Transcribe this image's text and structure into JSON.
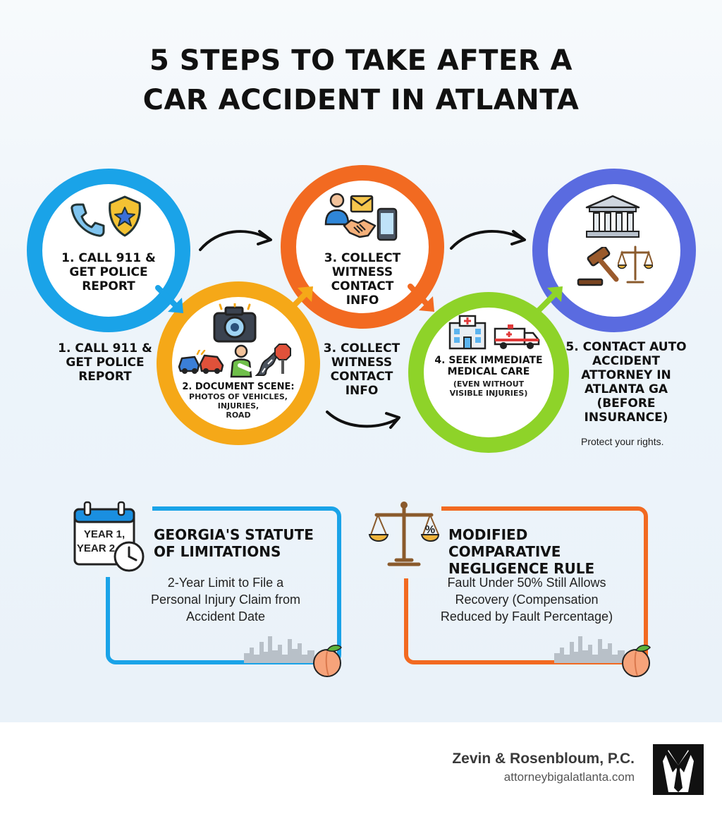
{
  "title": {
    "line1": "5 STEPS TO TAKE AFTER A",
    "line2": "CAR ACCIDENT IN ATLANTA"
  },
  "steps": {
    "step1": {
      "ring_label": [
        "1. CALL 911 &",
        "GET POLICE",
        "REPORT"
      ],
      "side_label": [
        "1. CALL 911 &",
        "GET POLICE",
        "REPORT"
      ],
      "icons": [
        "phone-icon",
        "police-badge-icon"
      ],
      "color": "#1aa3e8"
    },
    "step2": {
      "ring_label": "2. DOCUMENT SCENE:",
      "ring_sub": [
        "PHOTOS OF VEHICLES,",
        "INJURIES,",
        "ROAD"
      ],
      "icons": [
        "camera-icon",
        "car-crash-icon",
        "injured-person-icon",
        "road-icon",
        "stop-sign-icon"
      ],
      "color": "#f5a818"
    },
    "step3": {
      "ring_label": [
        "3. COLLECT",
        "WITNESS",
        "CONTACT",
        "INFO"
      ],
      "side_label": [
        "3. COLLECT",
        "WITNESS",
        "CONTACT",
        "INFO"
      ],
      "icons": [
        "person-icon",
        "envelope-icon",
        "handshake-icon",
        "smartphone-icon"
      ],
      "color": "#f26a21"
    },
    "step4": {
      "ring_label": [
        "4. SEEK IMMEDIATE",
        "MEDICAL CARE"
      ],
      "ring_sub": [
        "(EVEN WITHOUT",
        "VISIBLE INJURIES)"
      ],
      "icons": [
        "hospital-icon",
        "ambulance-icon"
      ],
      "color": "#8ed329"
    },
    "step5": {
      "side_label": [
        "5. CONTACT AUTO",
        "ACCIDENT",
        "ATTORNEY IN",
        "ATLANTA GA",
        "(BEFORE",
        "INSURANCE)"
      ],
      "note": "Protect your rights.",
      "icons": [
        "courthouse-icon",
        "gavel-icon",
        "scales-icon"
      ],
      "color": "#5a6be0"
    }
  },
  "cards": {
    "statute": {
      "icon_text": [
        "YEAR 1,",
        "YEAR 2"
      ],
      "title": [
        "GEORGIA'S STATUTE",
        "OF LIMITATIONS"
      ],
      "body": [
        "2-Year Limit to File a",
        "Personal Injury Claim from",
        "Accident Date"
      ],
      "icons": [
        "calendar-icon",
        "clock-icon",
        "skyline-icon",
        "peach-icon"
      ],
      "color": "#1aa3e8"
    },
    "negligence": {
      "icon_text": "%",
      "title": [
        "MODIFIED COMPARATIVE",
        "NEGLIGENCE RULE"
      ],
      "body": [
        "Fault Under 50% Still Allows",
        "Recovery (Compensation",
        "Reduced by Fault Percentage)"
      ],
      "icons": [
        "scales-percent-icon",
        "skyline-icon",
        "peach-icon"
      ],
      "color": "#f26a21"
    }
  },
  "footer": {
    "firm_name": "Zevin & Rosenbloum, P.C.",
    "url": "attorneybigalatlanta.com",
    "logo_icon": "suit-tie-logo-icon"
  }
}
